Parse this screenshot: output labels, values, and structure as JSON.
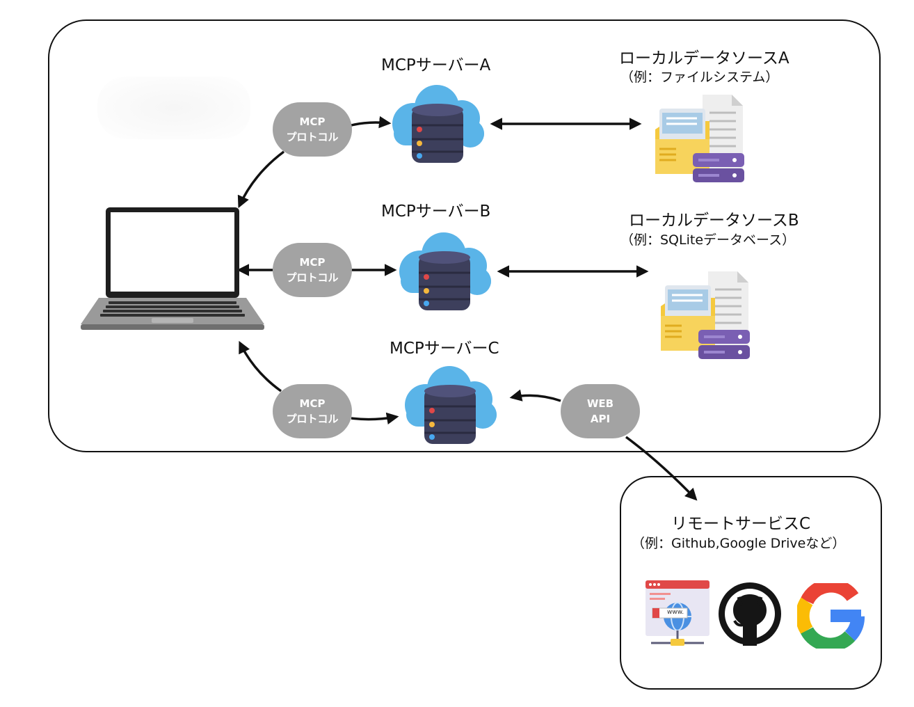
{
  "servers": [
    {
      "name": "MCPサーバーA"
    },
    {
      "name": "MCPサーバーB"
    },
    {
      "name": "MCPサーバーC"
    }
  ],
  "protocol": {
    "line1": "MCP",
    "line2": "プロトコル"
  },
  "web_api": {
    "line1": "WEB",
    "line2": "API"
  },
  "sources": [
    {
      "title": "ローカルデータソースA",
      "example": "（例：ファイルシステム）"
    },
    {
      "title": "ローカルデータソースB",
      "example": "（例：SQLiteデータベース）"
    }
  ],
  "remote": {
    "title": "リモートサービスC",
    "example": "（例：Github,Google Driveなど）",
    "www_text": "www."
  },
  "colors": {
    "pill": "#a3a3a3",
    "cloud": "#5ab4e8",
    "server": "#3d3f5c",
    "folder": "#f5c93e",
    "db": "#7a5fb3"
  }
}
